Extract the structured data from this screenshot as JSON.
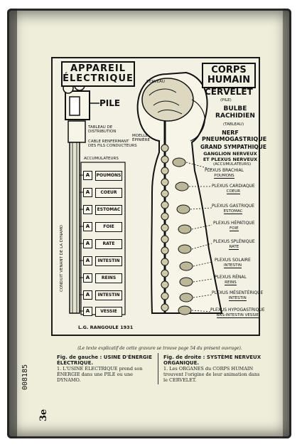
{
  "left_title": "APPAREIL ÉLECTRIQUE",
  "right_title": "CORPS HUMAIN",
  "left_labels": {
    "pile": "PILE",
    "tableau": "TABLEAU DE DISTRIBUTION",
    "cable": "CABLE RENFERMANT DES FILS CONDUCTEURS",
    "accumulateurs": "ACCUMULATEURS",
    "conduit": "CONDUIT VENANT DE LA DYNAMO"
  },
  "battery_items": [
    "POUMONS",
    "COEUR",
    "ESTOMAC",
    "FOIE",
    "RATE",
    "INTESTIN",
    "REINS",
    "INTESTIN",
    "VESSIE"
  ],
  "battery_letter": "A",
  "brain_labels": {
    "cerveau": "CERVEAU",
    "moelle": "MOELLE ÉPINIÈRE"
  },
  "right_labels": {
    "cervelet": "CERVELET",
    "cervelet_sub": "(PILE)",
    "bulbe": "BULBE RACHIDIEN",
    "bulbe_sub": "(TABLEAU)",
    "nerf": "NERF PNEUMOGASTRIQUE",
    "grand_sympathique": "GRAND SYMPATHIQUE",
    "ganglion": "GANGLION NERVEUX ET PLEXUS NERVEUX",
    "ganglion_sub": "(ACCUMULATEURS)"
  },
  "plexus": [
    {
      "name": "PLEXUS BRACHIAL",
      "organ": "POUMONS"
    },
    {
      "name": "PLEXUS CARDIAQUE",
      "organ": "COEUR"
    },
    {
      "name": "PLEXUS GASTRIQUE",
      "organ": "ESTOMAC"
    },
    {
      "name": "PLEXUS HÉPATIQUE",
      "organ": "FOIE"
    },
    {
      "name": "PLEXUS SPLÉNIQUE",
      "organ": "RATE"
    },
    {
      "name": "PLEXUS SOLAIRE",
      "organ": "INTESTIN"
    },
    {
      "name": "PLEXUS RÉNAL",
      "organ": "REINS"
    },
    {
      "name": "PLEXUS MÉSENTÉRIQUE",
      "organ": "INTESTIN"
    },
    {
      "name": "PLEXUS HYPOGASTRIQUE",
      "organ": "BAS-INTESTIN VESSIE"
    }
  ],
  "signature": "L.G. RANGOULE 1931",
  "caption": "(Le texte explicatif de cette gravure se trouve page 54 du présent ouvrage).",
  "left_column": {
    "heading": "Fig. de gauche : USINE D'ÉNERGIE ÉLECTRIQUE.",
    "text": "1. L'USINE ÉLECTRIQUE prend son ÉNERGIE dans une PILE ou une DYNAMO."
  },
  "right_column": {
    "heading": "Fig. de droite : SYSTÈME NERVEUX ORGANIQUE.",
    "text": "1. Les ORGANES du CORPS HUMAIN trouvent l'origine de leur animation dans le CERVELET."
  },
  "serial": "008185",
  "edition": "3e"
}
